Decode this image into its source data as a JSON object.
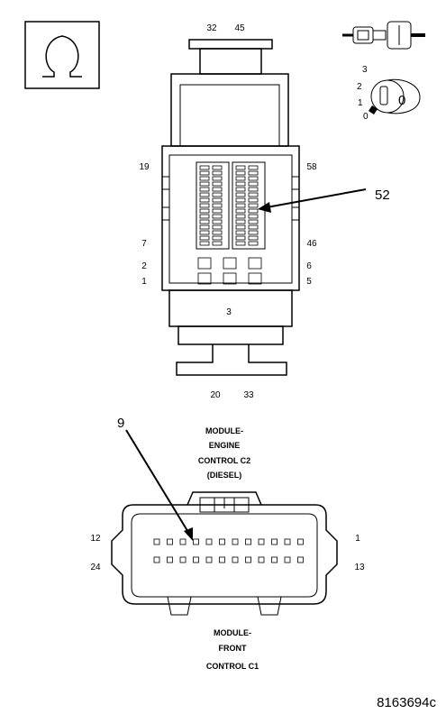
{
  "upper_connector": {
    "top_pins": {
      "left": "32",
      "right": "45"
    },
    "bottom_pins": {
      "left": "20",
      "right": "33"
    },
    "left_pins": [
      "19",
      "7",
      "2",
      "1"
    ],
    "right_pins": [
      "58",
      "46",
      "6",
      "5"
    ],
    "center_pin": "3",
    "callout": "52"
  },
  "lower_connector": {
    "title_lines": [
      "MODULE-",
      "ENGINE",
      "CONTROL C2",
      "(DIESEL)"
    ],
    "left_pins": {
      "top": "12",
      "bottom": "24"
    },
    "right_pins": {
      "top": "1",
      "bottom": "13"
    },
    "callout": "9",
    "caption_lines": [
      "MODULE-",
      "FRONT",
      "CONTROL C1"
    ]
  },
  "ignition": {
    "positions": [
      "3",
      "2",
      "1",
      "0"
    ],
    "key_label": "0"
  },
  "figure_id": "8163694c",
  "icons": {
    "ohm": "ohm-symbol-icon",
    "switch": "ignition-switch-icon",
    "key": "ignition-key-icon"
  }
}
